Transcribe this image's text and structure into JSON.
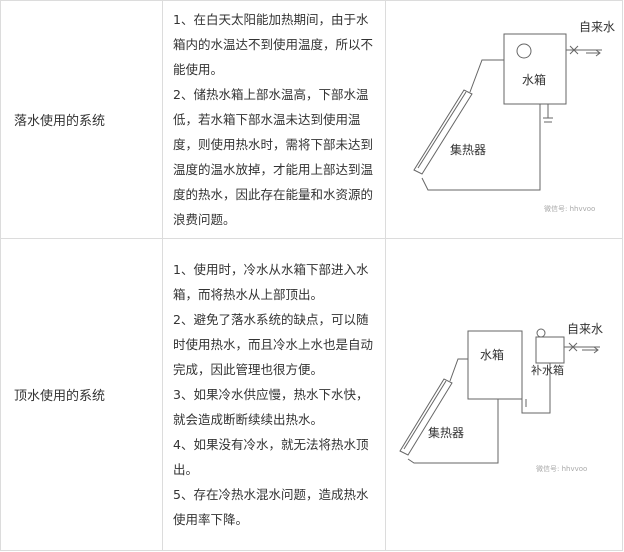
{
  "rows": [
    {
      "name": "落水使用的系统",
      "points": [
        "1、在白天太阳能加热期间，由于水箱内的水温达不到使用温度，所以不能使用。",
        "2、储热水箱上部水温高，下部水温低，若水箱下部水温未达到使用温度，则使用热水时，需将下部未达到温度的温水放掉，才能用上部达到温度的热水，因此存在能量和水资源的浪费问题。"
      ],
      "diagram": {
        "tap_water": "自来水",
        "tank": "水箱",
        "collector": "集热器",
        "watermark": "微信号: hhvvoo"
      }
    },
    {
      "name": "顶水使用的系统",
      "points": [
        "1、使用时，冷水从水箱下部进入水箱，而将热水从上部顶出。",
        "2、避免了落水系统的缺点，可以随时使用热水，而且冷水上水也是自动完成，因此管理也很方便。",
        "3、如果冷水供应慢，热水下水快，就会造成断断续续出热水。",
        "4、如果没有冷水，就无法将热水顶出。",
        "5、存在冷热水混水问题，造成热水使用率下降。"
      ],
      "diagram": {
        "tap_water": "自来水",
        "tank": "水箱",
        "makeup_tank": "补水箱",
        "collector": "集热器",
        "watermark": "微信号: hhvvoo"
      }
    }
  ]
}
